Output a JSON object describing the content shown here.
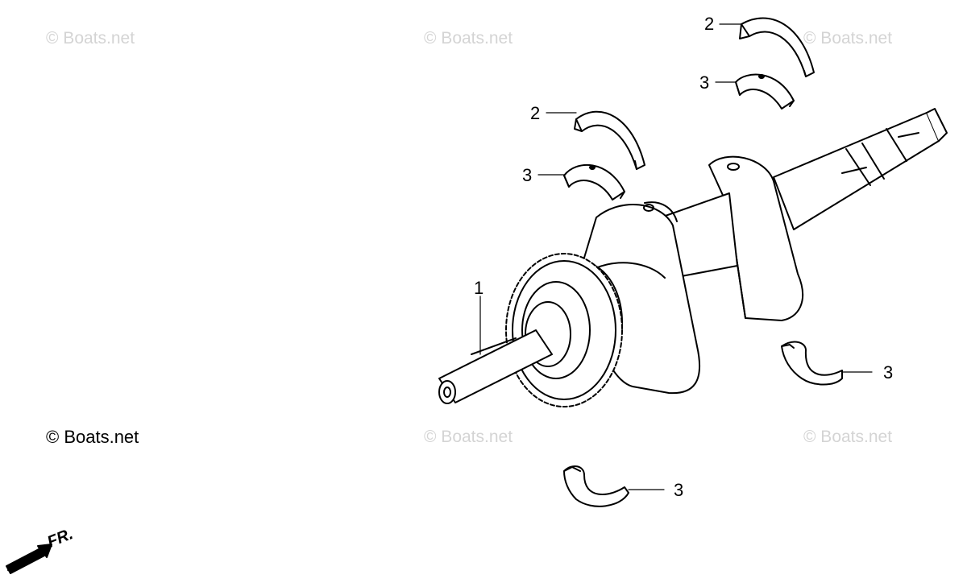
{
  "watermarks": [
    "© Boats.net",
    "© Boats.net",
    "© Boats.net",
    "© Boats.net",
    "© Boats.net"
  ],
  "copyright": "© Boats.net",
  "callouts": [
    "2",
    "3",
    "2",
    "3",
    "1",
    "3",
    "3"
  ],
  "direction_label": "FR.",
  "colors": {
    "line": "#000000",
    "watermark": "#d4d4d4",
    "background": "#ffffff"
  }
}
